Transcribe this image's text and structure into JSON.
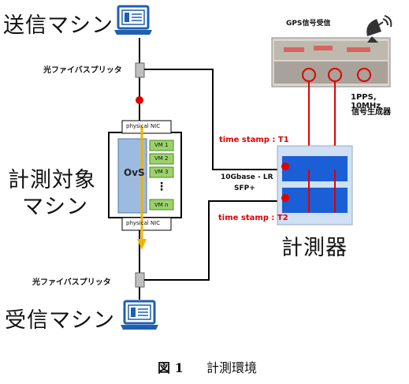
{
  "labels": {
    "sender": "送信マシン",
    "receiver": "受信マシン",
    "dut_line1": "計測対象",
    "dut_line2": "マシン",
    "measurer": "計測器",
    "splitter_top": "光ファイバスプリッタ",
    "splitter_bottom": "光ファイバスプリッタ",
    "gps": "GPS信号受信",
    "signal_line1": "1PPS, 10MHz",
    "signal_line2": "信号生成器",
    "ts1": "time stamp : T1",
    "ts2": "time stamp : T2",
    "link_line1": "10Gbase - LR",
    "link_line2": "SFP+",
    "ovs": "OvS",
    "nic_top": "physical NIC",
    "nic_bottom": "physical NIC",
    "vms": [
      "VM 1",
      "VM 2",
      "VM 3",
      "VM n"
    ],
    "vm_dots": "⋮",
    "caption_num": "図 1",
    "caption_text": "計測環境"
  },
  "icons": [
    "laptop-icon",
    "satellite-dish-icon"
  ],
  "colors": {
    "line": "#000000",
    "red": "#e00000",
    "yellow_path": "#f0b400",
    "device_blue": "#1a5fd6",
    "device_bg": "#cfe0f5",
    "vm_green": "#9bd36a",
    "ovs_blue": "#9dbbe0",
    "laptop_blue": "#1f5fb0"
  }
}
